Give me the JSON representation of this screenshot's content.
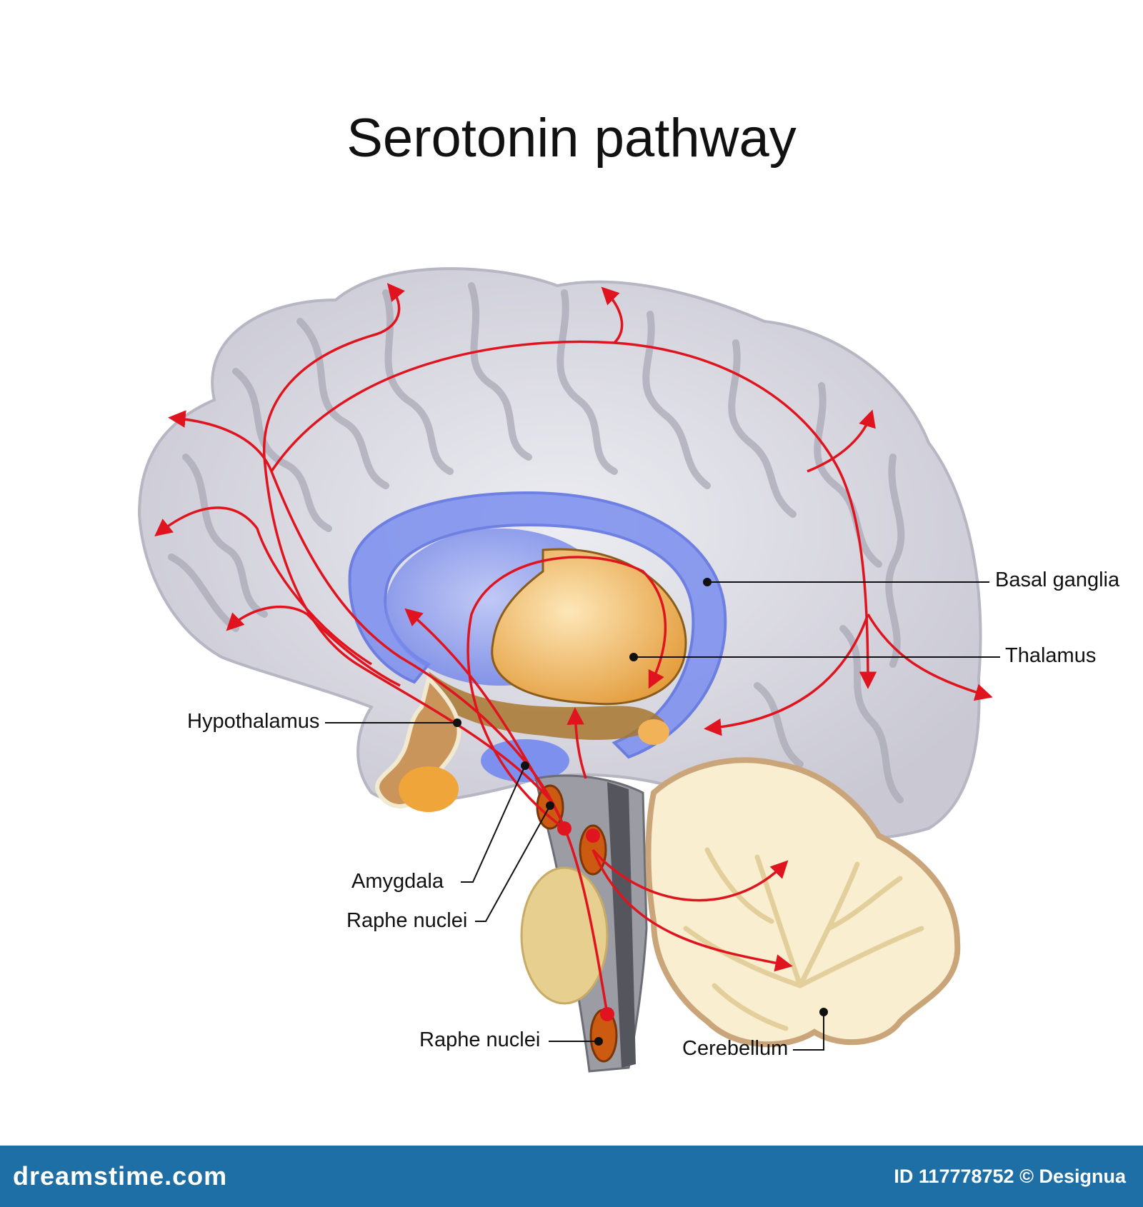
{
  "title": "Serotonin pathway",
  "labels": {
    "basal_ganglia": "Basal ganglia",
    "thalamus": "Thalamus",
    "hypothalamus": "Hypothalamus",
    "amygdala": "Amygdala",
    "raphe_nuclei_upper": "Raphe nuclei",
    "raphe_nuclei_lower": "Raphe nuclei",
    "cerebellum": "Cerebellum"
  },
  "footer": {
    "watermark": "dreamstime.com",
    "id": "ID 117778752 © Designua"
  },
  "colors": {
    "pathway": "#e0141e",
    "cortex": "#d9d8e0",
    "basal_ganglia": "#7a8ff0",
    "thalamus": "#f2b257",
    "cerebellum": "#fbf0cc",
    "footer": "#1e6fa6"
  }
}
